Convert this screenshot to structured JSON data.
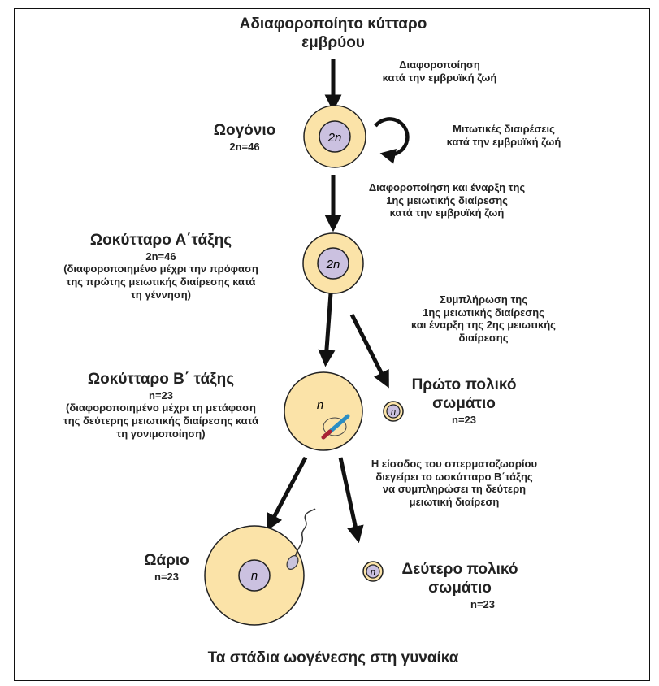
{
  "stages": {
    "undiff_cell": [
      "Αδιαφοροποίητο κύτταρο",
      "εμβρύου"
    ],
    "oogonium": {
      "name": "Ωογόνιο",
      "ploidy": "2n=46"
    },
    "primary_oocyte": {
      "name": "Ωοκύτταρο Α΄τάξης",
      "ploidy": "2n=46",
      "desc": [
        "(διαφοροποιημένο μέχρι την πρόφαση",
        "της πρώτης μειωτικής διαίρεσης κατά",
        "τη γέννηση)"
      ]
    },
    "secondary_oocyte": {
      "name": "Ωοκύτταρο Β΄ τάξης",
      "ploidy": "n=23",
      "desc": [
        "(διαφοροποιημένο μέχρι τη μετάφαση",
        "της δεύτερης  μειωτικής διαίρεσης κατά",
        "τη γονιμοποίηση)"
      ]
    },
    "first_polar_body": {
      "name": [
        "Πρώτο πολικό",
        "σωμάτιο"
      ],
      "ploidy": "n=23"
    },
    "ovum": {
      "name": "Ωάριο",
      "ploidy": "n=23"
    },
    "second_polar_body": {
      "name": [
        "Δεύτερο πολικό",
        "σωμάτιο"
      ],
      "ploidy": "n=23"
    }
  },
  "transitions": {
    "diff_embryo": [
      "Διαφοροποίηση",
      "κατά την εμβρυϊκή ζωή"
    ],
    "mitotic": [
      "Μιτωτικές διαιρέσεις",
      "κατά την εμβρυϊκή ζωή"
    ],
    "meiosis1_start": [
      "Διαφοροποίηση και έναρξη της",
      "1ης μειωτικής διαίρεσης",
      "κατά την εμβρυϊκή ζωή"
    ],
    "meiosis1_complete": [
      "Συμπλήρωση της",
      "1ης μειωτικής διαίρεσης",
      "και έναρξη της 2ης μειωτικής",
      "διαίρεσης"
    ],
    "sperm_entry": [
      "Η είσοδος του σπερματοζωαρίου",
      "διεγείρει το ωοκύτταρο Β΄τάξης",
      "να συμπληρώσει τη δεύτερη",
      "μειωτική διαίρεση"
    ]
  },
  "nucleus_labels": {
    "diploid": "2n",
    "haploid": "n"
  },
  "footer_title": "Τα στάδια ωογένεσης στη γυναίκα",
  "colors": {
    "cytoplasm": "#fbe3a8",
    "nucleus": "#cbc1e0",
    "outline": "#222222",
    "sperm_head": "#c9c4dc",
    "spindle": "#2a8ec4"
  }
}
